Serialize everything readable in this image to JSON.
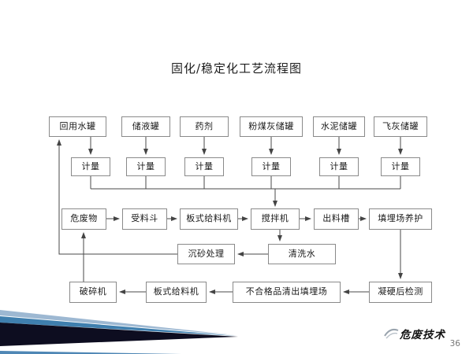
{
  "slide": {
    "title": "固化/稳定化工艺流程图",
    "page_number": "36",
    "logo_text": "危废技术",
    "decoration": {
      "stripe_light": "#9db8d2",
      "stripe_teal": "#3f7fae",
      "band_dark": "#0d0d20",
      "stripe_blue": "#4f87b5"
    }
  },
  "flowchart": {
    "top_row": [
      "回用水罐",
      "储液罐",
      "药剂",
      "粉煤灰储罐",
      "水泥储罐",
      "飞灰储罐"
    ],
    "metering_label": "计量",
    "main_row": [
      "危废物",
      "受料斗",
      "板式给料机",
      "搅拌机",
      "出料槽",
      "填埋场养护"
    ],
    "wash_row": [
      "沉砂处理",
      "清洗水"
    ],
    "bottom_row": [
      "破碎机",
      "板式给料机",
      "不合格品清出填埋场",
      "凝硬后检测"
    ]
  }
}
